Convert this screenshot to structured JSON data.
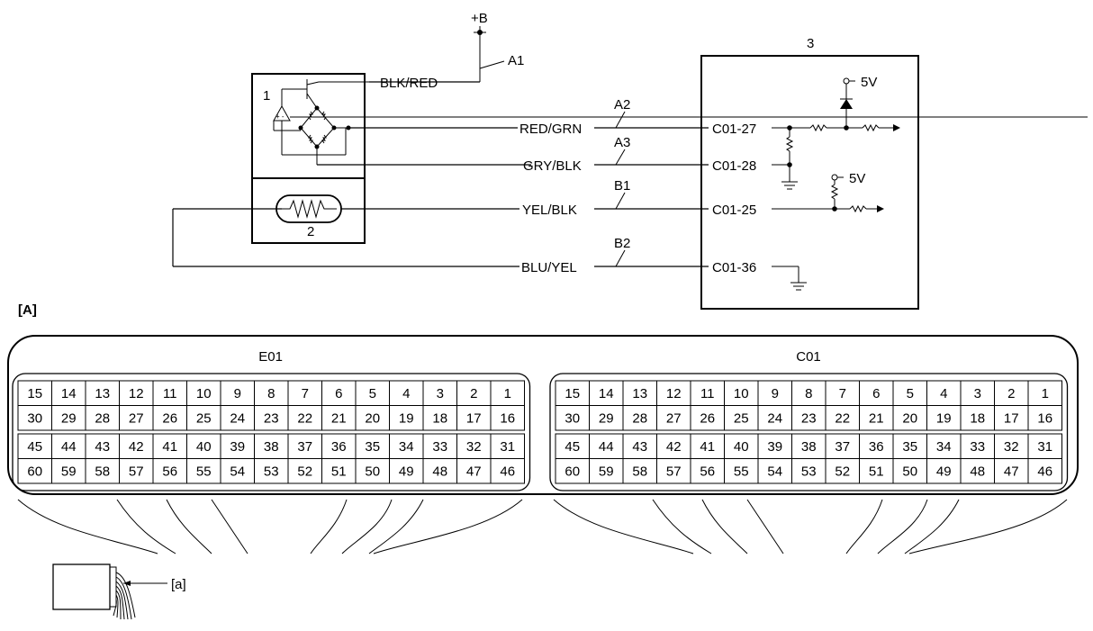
{
  "power": {
    "label": "+B"
  },
  "components": {
    "sensor_num": "1",
    "heater_num": "2",
    "ecm_num": "3",
    "vref_top": "5V",
    "vref_mid": "5V"
  },
  "wires": [
    {
      "id": "A1",
      "label": "A1",
      "color": "BLK/RED",
      "pin": ""
    },
    {
      "id": "A2",
      "label": "A2",
      "color": "RED/GRN",
      "pin": "C01-27"
    },
    {
      "id": "A3",
      "label": "A3",
      "color": "GRY/BLK",
      "pin": "C01-28"
    },
    {
      "id": "B1",
      "label": "B1",
      "color": "YEL/BLK",
      "pin": "C01-25"
    },
    {
      "id": "B2",
      "label": "B2",
      "color": "BLU/YEL",
      "pin": "C01-36"
    }
  ],
  "section_label": "[A]",
  "connectors": [
    {
      "name": "E01",
      "rows": [
        [
          "15",
          "14",
          "13",
          "12",
          "11",
          "10",
          "9",
          "8",
          "7",
          "6",
          "5",
          "4",
          "3",
          "2",
          "1"
        ],
        [
          "30",
          "29",
          "28",
          "27",
          "26",
          "25",
          "24",
          "23",
          "22",
          "21",
          "20",
          "19",
          "18",
          "17",
          "16"
        ],
        [
          "45",
          "44",
          "43",
          "42",
          "41",
          "40",
          "39",
          "38",
          "37",
          "36",
          "35",
          "34",
          "33",
          "32",
          "31"
        ],
        [
          "60",
          "59",
          "58",
          "57",
          "56",
          "55",
          "54",
          "53",
          "52",
          "51",
          "50",
          "49",
          "48",
          "47",
          "46"
        ]
      ]
    },
    {
      "name": "C01",
      "rows": [
        [
          "15",
          "14",
          "13",
          "12",
          "11",
          "10",
          "9",
          "8",
          "7",
          "6",
          "5",
          "4",
          "3",
          "2",
          "1"
        ],
        [
          "30",
          "29",
          "28",
          "27",
          "26",
          "25",
          "24",
          "23",
          "22",
          "21",
          "20",
          "19",
          "18",
          "17",
          "16"
        ],
        [
          "45",
          "44",
          "43",
          "42",
          "41",
          "40",
          "39",
          "38",
          "37",
          "36",
          "35",
          "34",
          "33",
          "32",
          "31"
        ],
        [
          "60",
          "59",
          "58",
          "57",
          "56",
          "55",
          "54",
          "53",
          "52",
          "51",
          "50",
          "49",
          "48",
          "47",
          "46"
        ]
      ]
    }
  ],
  "callout": "[a]"
}
